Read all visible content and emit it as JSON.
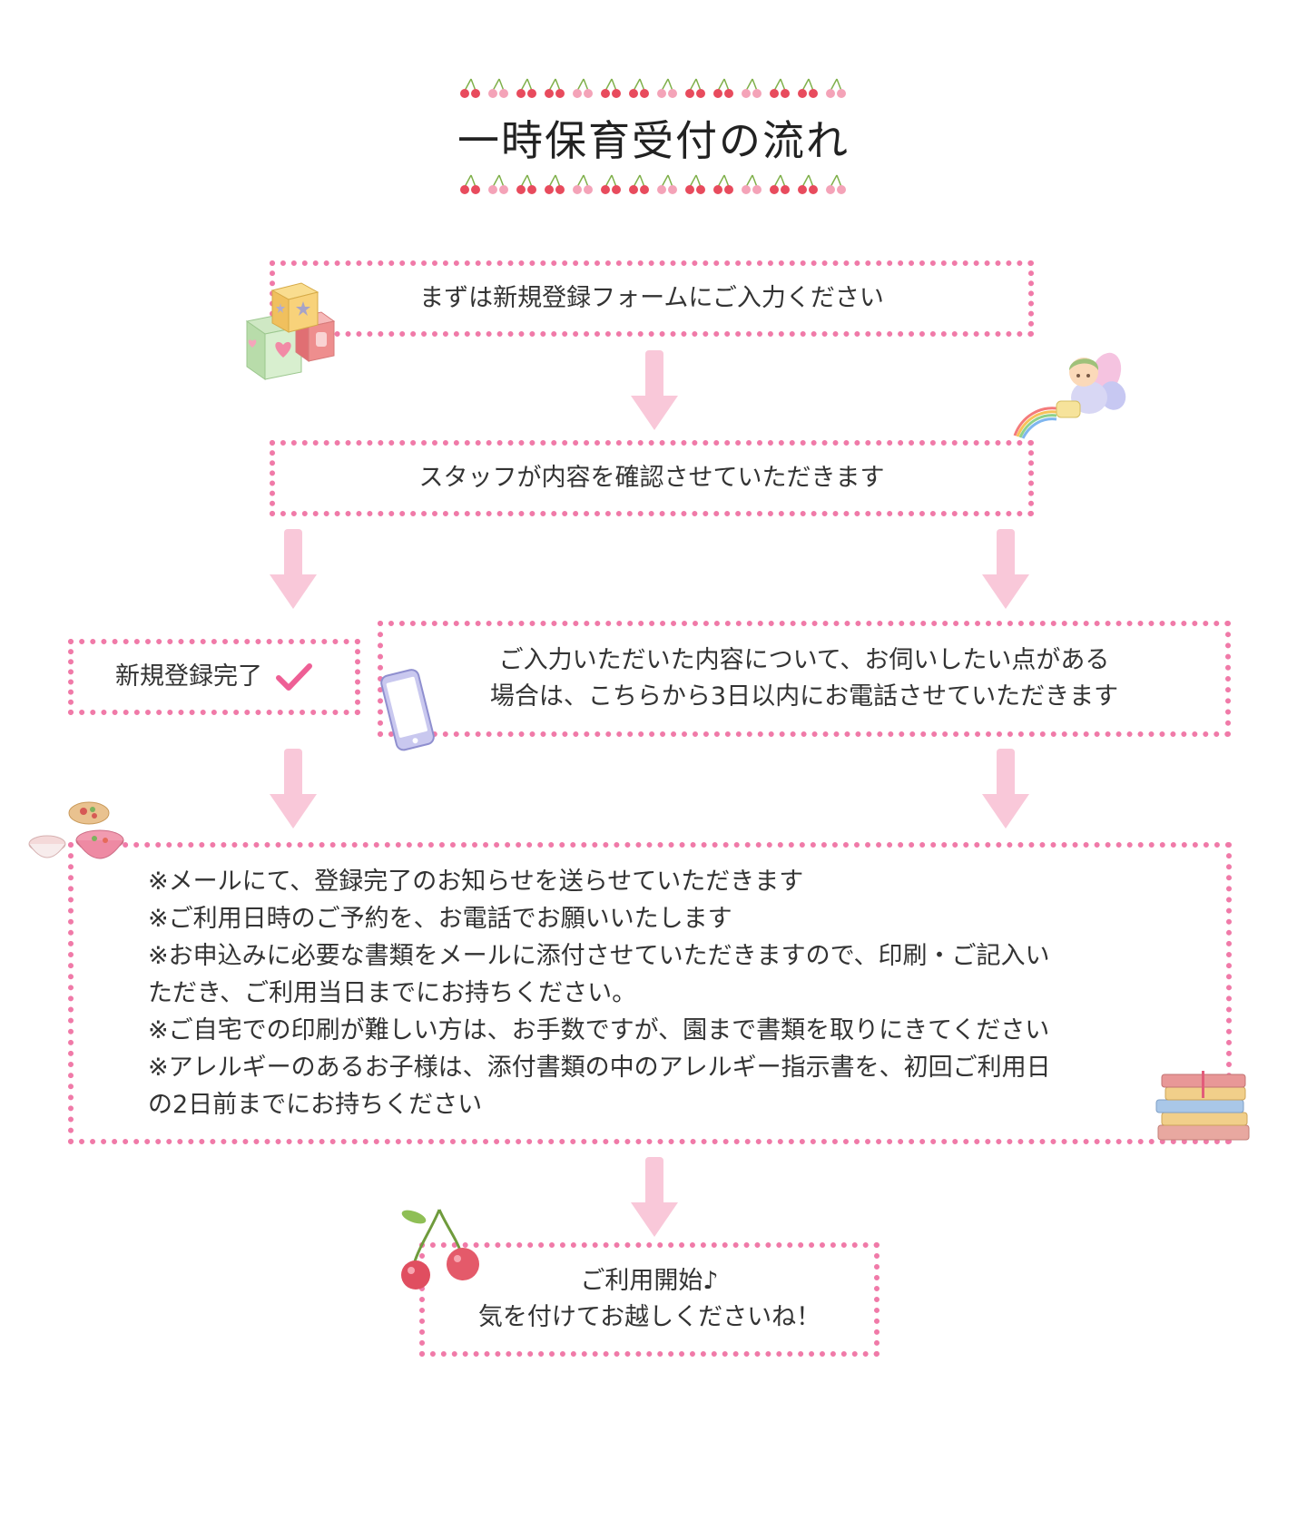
{
  "title": "一時保育受付の流れ",
  "colors": {
    "border": "#f07aa8",
    "arrow": "#f9c8d9",
    "check": "#ee5f95",
    "cherry_red": "#e84b5d",
    "cherry_pink": "#f4a3b8",
    "cherry_stem": "#7fb04a"
  },
  "steps": {
    "step1": "まずは新規登録フォームにご入力ください",
    "step2": "スタッフが内容を確認させていただきます",
    "step3a": "新規登録完了",
    "step3b_line1": "ご入力いただいた内容について、お伺いしたい点がある",
    "step3b_line2": "場合は、こちらから3日以内にお電話させていただきます",
    "step4_lines": [
      "※メールにて、登録完了のお知らせを送らせていただきます",
      "※ご利用日時のご予約を、お電話でお願いいたします",
      "※お申込みに必要な書類をメールに添付させていただきますので、印刷・ご記入い",
      "ただき、ご利用当日までにお持ちください。",
      "※ご自宅での印刷が難しい方は、お手数ですが、園まで書類を取りにきてください",
      "※アレルギーのあるお子様は、添付書類の中のアレルギー指示書を、初回ご利用日",
      "の2日前までにお持ちください"
    ],
    "step5_line1": "ご利用開始♪",
    "step5_line2": "気を付けてお越しくださいね！"
  },
  "icons": {
    "check": "checkmark-icon",
    "blocks": "toy-blocks-icon",
    "fairy": "fairy-icon",
    "phone": "smartphone-icon",
    "food": "meal-bowls-icon",
    "books": "stacked-books-icon",
    "cherry": "cherry-icon",
    "arrow": "down-arrow-icon"
  }
}
